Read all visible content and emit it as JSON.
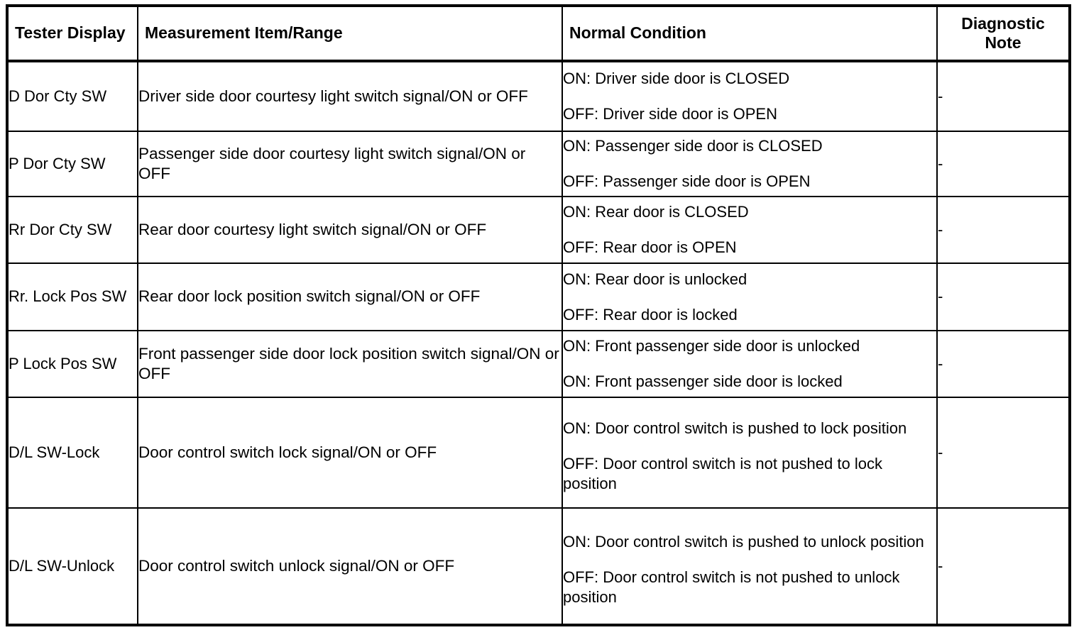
{
  "table": {
    "columns": [
      {
        "key": "tester",
        "label": "Tester Display",
        "align": "left"
      },
      {
        "key": "measure",
        "label": "Measurement Item/Range",
        "align": "left"
      },
      {
        "key": "normal",
        "label": "Normal Condition",
        "align": "left"
      },
      {
        "key": "note",
        "label": "Diagnostic Note",
        "align": "center"
      }
    ],
    "rows": [
      {
        "tester": "D Dor Cty SW",
        "measure": "Driver side door courtesy light switch signal/ON or OFF",
        "normal_lines": [
          "ON: Driver side door is CLOSED",
          "OFF: Driver side door is OPEN"
        ],
        "note": "-"
      },
      {
        "tester": "P Dor Cty SW",
        "measure": "Passenger side door courtesy light switch signal/ON or OFF",
        "normal_lines": [
          "ON: Passenger side door is CLOSED",
          "OFF: Passenger side door is OPEN"
        ],
        "note": "-"
      },
      {
        "tester": "Rr Dor Cty SW",
        "measure": "Rear door courtesy light switch signal/ON or OFF",
        "normal_lines": [
          "ON: Rear door is CLOSED",
          "OFF: Rear door is OPEN"
        ],
        "note": "-"
      },
      {
        "tester": "Rr. Lock Pos SW",
        "measure": "Rear door lock position switch signal/ON or OFF",
        "normal_lines": [
          "ON: Rear door is unlocked",
          "OFF: Rear door is locked"
        ],
        "note": "-"
      },
      {
        "tester": "P Lock Pos SW",
        "measure": "Front passenger side door lock position switch signal/ON or OFF",
        "normal_lines": [
          "ON: Front passenger side door is unlocked",
          "ON: Front passenger side door is locked"
        ],
        "note": "-"
      },
      {
        "tester": "D/L SW-Lock",
        "measure": "Door control switch lock signal/ON or OFF",
        "normal_lines": [
          "ON: Door control switch is pushed to lock position",
          "OFF: Door control switch is not pushed to lock position"
        ],
        "note": "-"
      },
      {
        "tester": "D/L SW-Unlock",
        "measure": "Door control switch unlock signal/ON or OFF",
        "normal_lines": [
          "ON: Door control switch is pushed to unlock position",
          "OFF: Door control switch is not pushed to unlock position"
        ],
        "note": "-"
      }
    ]
  },
  "colors": {
    "border": "#000000",
    "text": "#000000",
    "background": "#ffffff"
  }
}
